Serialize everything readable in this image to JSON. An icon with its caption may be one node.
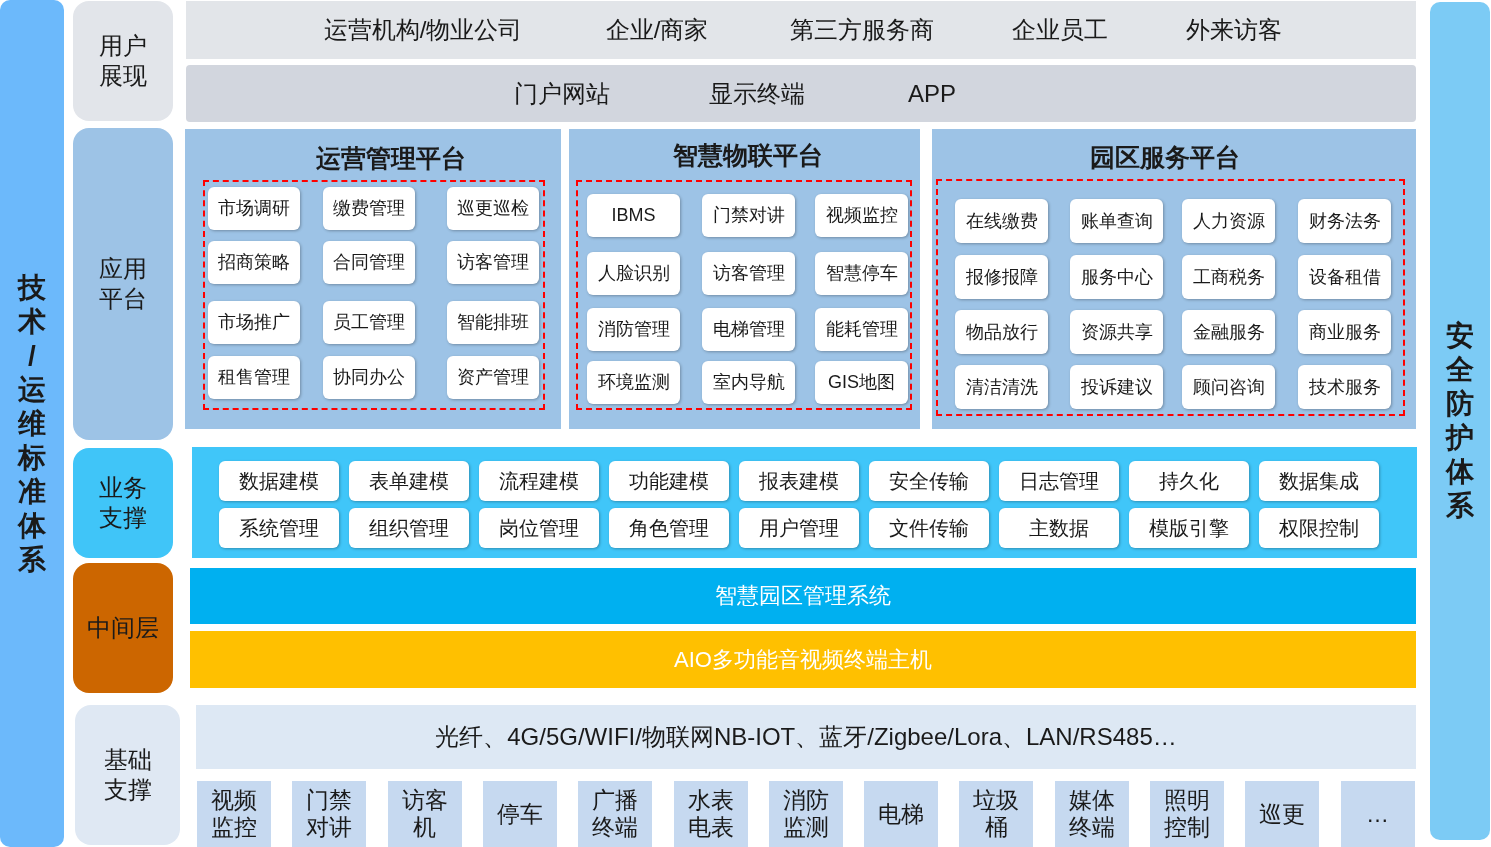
{
  "diagram": {
    "nodes": [
      {
        "text": [
          "技术/运维标准体系"
        ]
      },
      {
        "text": [
          "用户展现"
        ]
      },
      {
        "text": [
          "运营机构/物业公司",
          "企业/商家",
          "第三方服务商",
          "企业员工",
          "外来访客"
        ]
      },
      {
        "text": [
          "门户网站",
          "显示终端",
          "APP"
        ]
      },
      {
        "text": [
          "应用平台"
        ]
      },
      {
        "text": [
          "运营管理平台"
        ]
      },
      {
        "text": [],
        "shape": "box",
        "in": 5
      },
      {
        "text": [
          "市场调研"
        ],
        "in": 6
      },
      {
        "text": [
          "缴费管理"
        ],
        "in": 6
      },
      {
        "text": [
          "巡更巡检"
        ],
        "in": 6
      },
      {
        "text": [
          "招商策略"
        ],
        "in": 6
      },
      {
        "text": [
          "合同管理"
        ],
        "in": 6
      },
      {
        "text": [
          "访客管理"
        ],
        "in": 6
      },
      {
        "text": [
          "市场推广"
        ],
        "in": 6
      },
      {
        "text": [
          "员工管理"
        ],
        "in": 6
      },
      {
        "text": [
          "智能排班"
        ],
        "in": 6
      },
      {
        "text": [
          "租售管理"
        ],
        "in": 6
      },
      {
        "text": [
          "协同办公"
        ],
        "in": 6
      },
      {
        "text": [
          "资产管理"
        ],
        "in": 6
      },
      {
        "text": [
          "智慧物联平台"
        ]
      },
      {
        "text": [],
        "shape": "box",
        "in": 19
      },
      {
        "text": [
          "IBMS"
        ],
        "in": 20
      },
      {
        "text": [
          "门禁对讲"
        ],
        "in": 20
      },
      {
        "text": [
          "视频监控"
        ],
        "in": 20
      },
      {
        "text": [
          "人脸识别"
        ],
        "in": 20
      },
      {
        "text": [
          "访客管理"
        ],
        "in": 20
      },
      {
        "text": [
          "智慧停车"
        ],
        "in": 20
      },
      {
        "text": [
          "消防管理"
        ],
        "in": 20
      },
      {
        "text": [
          "电梯管理"
        ],
        "in": 20
      },
      {
        "text": [
          "能耗管理"
        ],
        "in": 20
      },
      {
        "text": [
          "环境监测"
        ],
        "in": 20
      },
      {
        "text": [
          "室内导航"
        ],
        "in": 20
      },
      {
        "text": [
          "GIS地图"
        ],
        "in": 20
      },
      {
        "text": [
          "园区服务平台"
        ]
      },
      {
        "text": [],
        "shape": "box",
        "in": 33
      },
      {
        "text": [
          "在线缴费"
        ],
        "in": 34
      },
      {
        "text": [
          "账单查询"
        ],
        "in": 34
      },
      {
        "text": [
          "人力资源"
        ],
        "in": 34
      },
      {
        "text": [
          "财务法务"
        ],
        "in": 34
      },
      {
        "text": [
          "报修报障"
        ],
        "in": 34
      },
      {
        "text": [
          "服务中心"
        ],
        "in": 34
      },
      {
        "text": [
          "工商税务"
        ],
        "in": 34
      },
      {
        "text": [
          "设备租借"
        ],
        "in": 34
      },
      {
        "text": [
          "物品放行"
        ],
        "in": 34
      },
      {
        "text": [
          "资源共享"
        ],
        "in": 34
      },
      {
        "text": [
          "金融服务"
        ],
        "in": 34
      },
      {
        "text": [
          "商业服务"
        ],
        "in": 34
      },
      {
        "text": [
          "清洁清洗"
        ],
        "in": 34
      },
      {
        "text": [
          "投诉建议"
        ],
        "in": 34
      },
      {
        "text": [
          "顾问咨询"
        ],
        "in": 34
      },
      {
        "text": [
          "技术服务"
        ],
        "in": 34
      },
      {
        "text": [
          "业务支撑"
        ]
      },
      {
        "text": [],
        "shape": "box"
      },
      {
        "text": [
          "数据建模"
        ],
        "in": 52
      },
      {
        "text": [
          "表单建模"
        ],
        "in": 52
      },
      {
        "text": [
          "流程建模"
        ],
        "in": 52
      },
      {
        "text": [
          "功能建模"
        ],
        "in": 52
      },
      {
        "text": [
          "报表建模"
        ],
        "in": 52
      },
      {
        "text": [
          "安全传输"
        ],
        "in": 52
      },
      {
        "text": [
          "日志管理"
        ],
        "in": 52
      },
      {
        "text": [
          "持久化"
        ],
        "in": 52
      },
      {
        "text": [
          "数据集成"
        ],
        "in": 52
      },
      {
        "text": [
          "系统管理"
        ],
        "in": 52
      },
      {
        "text": [
          "组织管理"
        ],
        "in": 52
      },
      {
        "text": [
          "岗位管理"
        ],
        "in": 52
      },
      {
        "text": [
          "角色管理"
        ],
        "in": 52
      },
      {
        "text": [
          "用户管理"
        ],
        "in": 52
      },
      {
        "text": [
          "文件传输"
        ],
        "in": 52
      },
      {
        "text": [
          "主数据"
        ],
        "in": 52
      },
      {
        "text": [
          "模版引擎"
        ],
        "in": 52
      },
      {
        "text": [
          "权限控制"
        ],
        "in": 52
      },
      {
        "text": [
          "中间层"
        ]
      },
      {
        "text": [
          "智慧园区管理系统"
        ]
      },
      {
        "text": [
          "AIO多功能音视频终端主机"
        ]
      },
      {
        "text": [
          "基础支撑"
        ]
      },
      {
        "text": [
          "光纤、4G/5G/WIFI/物联网NB-IOT、蓝牙/Zigbee/Lora、LAN/RS485…"
        ]
      },
      {
        "text": [
          "视频监控"
        ]
      },
      {
        "text": [
          "门禁对讲"
        ]
      },
      {
        "text": [
          "访客机"
        ]
      },
      {
        "text": [
          "停车"
        ]
      },
      {
        "text": [
          "广播终端"
        ]
      },
      {
        "text": [
          "水表电表"
        ]
      },
      {
        "text": [
          "消防监测"
        ]
      },
      {
        "text": [
          "电梯"
        ]
      },
      {
        "text": [
          "垃圾桶"
        ]
      },
      {
        "text": [
          "媒体终端"
        ]
      },
      {
        "text": [
          "照明控制"
        ]
      },
      {
        "text": [
          "巡更"
        ]
      },
      {
        "text": [
          "…"
        ]
      },
      {
        "text": [
          "安全防护体系"
        ]
      }
    ]
  }
}
